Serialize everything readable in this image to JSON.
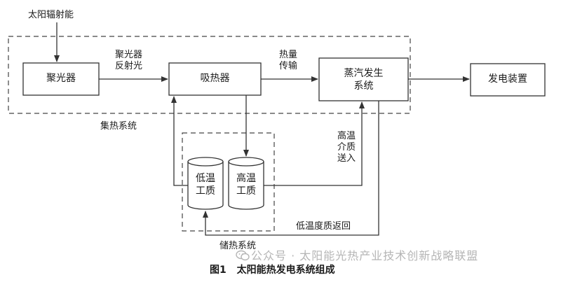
{
  "diagram": {
    "input_label": "太阳辐射能",
    "collector_system_label": "集热系统",
    "storage_system_label": "储热系统",
    "boxes": {
      "concentrator": "聚光器",
      "absorber": "吸热器",
      "steam_generator": "蒸汽发生\n系统",
      "power_generation": "发电装置"
    },
    "tanks": {
      "low_temp": "低温\n工质",
      "high_temp": "高温\n工质"
    },
    "arrow_labels": {
      "reflected_light": "聚光器\n反射光",
      "heat_transfer": "热量\n传输",
      "high_temp_medium_in": "高温\n介质\n送入",
      "low_temp_medium_return": "低温度质返回"
    }
  },
  "caption": {
    "figure_number": "图1",
    "title": "太阳能热发电系统组成"
  },
  "watermark": {
    "text": "公众号 · 太阳能光热产业技术创新战略联盟",
    "icon": "wechat-icon"
  },
  "colors": {
    "line": "#333333",
    "text": "#1a1a1a",
    "watermark": "#b5b5b5"
  }
}
